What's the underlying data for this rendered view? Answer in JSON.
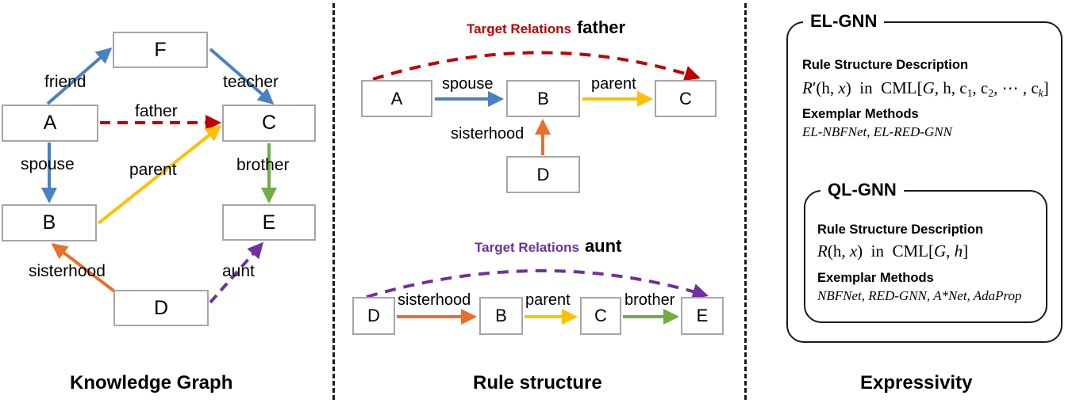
{
  "figure": {
    "panels": [
      {
        "id": "knowledge-graph",
        "caption": "Knowledge Graph"
      },
      {
        "id": "rule-structure",
        "caption": "Rule structure"
      },
      {
        "id": "expressivity",
        "caption": "Expressivity"
      }
    ]
  },
  "colors": {
    "blue": "#4a81bf",
    "dark_red": "#c00000",
    "yellow": "#ffc000",
    "green": "#70ad47",
    "orange": "#e8702a",
    "purple": "#7030a0",
    "node_border": "#a6a6a6",
    "text": "#000000",
    "separator": "#1a1a1a"
  },
  "knowledge_graph": {
    "nodes": [
      {
        "id": "F",
        "label": "F"
      },
      {
        "id": "A",
        "label": "A"
      },
      {
        "id": "C",
        "label": "C"
      },
      {
        "id": "B",
        "label": "B"
      },
      {
        "id": "E",
        "label": "E"
      },
      {
        "id": "D",
        "label": "D"
      }
    ],
    "edges": [
      {
        "from": "A",
        "to": "F",
        "label": "friend",
        "color": "#4a81bf",
        "style": "solid"
      },
      {
        "from": "F",
        "to": "C",
        "label": "teacher",
        "color": "#4a81bf",
        "style": "solid"
      },
      {
        "from": "A",
        "to": "C",
        "label": "father",
        "color": "#c00000",
        "style": "dashed"
      },
      {
        "from": "A",
        "to": "B",
        "label": "spouse",
        "color": "#4a81bf",
        "style": "solid"
      },
      {
        "from": "B",
        "to": "C",
        "label": "parent",
        "color": "#ffc000",
        "style": "solid"
      },
      {
        "from": "C",
        "to": "E",
        "label": "brother",
        "color": "#70ad47",
        "style": "solid"
      },
      {
        "from": "D",
        "to": "B",
        "label": "sisterhood",
        "color": "#e8702a",
        "style": "solid"
      },
      {
        "from": "D",
        "to": "E",
        "label": "aunt",
        "color": "#7030a0",
        "style": "dashed"
      }
    ]
  },
  "rule_structure": {
    "examples": [
      {
        "id": "father-rule",
        "target_prefix": "Target Relations",
        "target_relation": "father",
        "target_color": "#c00000",
        "nodes": [
          {
            "id": "A",
            "label": "A"
          },
          {
            "id": "B",
            "label": "B"
          },
          {
            "id": "C",
            "label": "C"
          },
          {
            "id": "D",
            "label": "D"
          }
        ],
        "edges": [
          {
            "from": "A",
            "to": "B",
            "label": "spouse",
            "color": "#4a81bf",
            "style": "solid"
          },
          {
            "from": "B",
            "to": "C",
            "label": "parent",
            "color": "#ffc000",
            "style": "solid"
          },
          {
            "from": "D",
            "to": "B",
            "label": "sisterhood",
            "color": "#e8702a",
            "style": "solid"
          },
          {
            "from": "A",
            "to": "C",
            "label": "father",
            "color": "#c00000",
            "style": "dashed"
          }
        ]
      },
      {
        "id": "aunt-rule",
        "target_prefix": "Target Relations",
        "target_relation": "aunt",
        "target_color": "#7030a0",
        "nodes": [
          {
            "id": "D",
            "label": "D"
          },
          {
            "id": "B",
            "label": "B"
          },
          {
            "id": "C",
            "label": "C"
          },
          {
            "id": "E",
            "label": "E"
          }
        ],
        "edges": [
          {
            "from": "D",
            "to": "B",
            "label": "sisterhood",
            "color": "#e8702a",
            "style": "solid"
          },
          {
            "from": "B",
            "to": "C",
            "label": "parent",
            "color": "#ffc000",
            "style": "solid"
          },
          {
            "from": "C",
            "to": "E",
            "label": "brother",
            "color": "#70ad47",
            "style": "solid"
          },
          {
            "from": "D",
            "to": "E",
            "label": "aunt",
            "color": "#7030a0",
            "style": "dashed"
          }
        ]
      }
    ]
  },
  "expressivity": {
    "outer": {
      "title": "EL-GNN",
      "rule_structure_heading": "Rule Structure Description",
      "formula_text": "R′(h, x) in CML[G, h, c1, c2, ⋯ , ck]",
      "exemplar_heading": "Exemplar Methods",
      "exemplar_methods": "EL-NBFNet, EL-RED-GNN"
    },
    "inner": {
      "title": "QL-GNN",
      "rule_structure_heading": "Rule Structure Description",
      "formula_text": "R(h, x) in CML[G, h]",
      "exemplar_heading": "Exemplar Methods",
      "exemplar_methods": "NBFNet, RED-GNN, A*Net, AdaProp"
    }
  }
}
